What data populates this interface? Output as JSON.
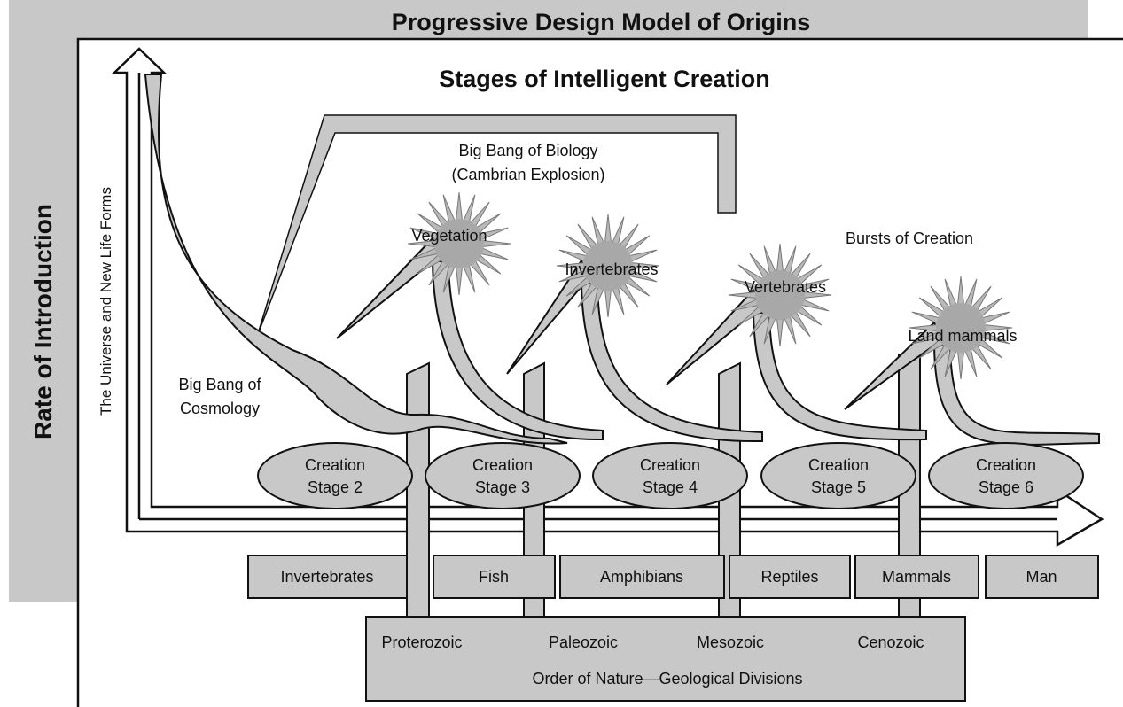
{
  "main_title": "Progressive Design Model of Origins",
  "subtitle": "Stages of Intelligent Creation",
  "left_axis_label": "Rate of Introduction",
  "vertical_axis_label": "The Universe and New Life Forms",
  "big_bang_biology": [
    "Big Bang of Biology",
    "(Cambrian Explosion)"
  ],
  "big_bang_cosmology": [
    "Big Bang of",
    "Cosmology"
  ],
  "bursts_label": "Bursts of Creation",
  "bursts": [
    {
      "label": "Vegetation"
    },
    {
      "label": "Invertebrates"
    },
    {
      "label": "Vertebrates"
    },
    {
      "label": "Land mammals"
    }
  ],
  "stages": [
    {
      "line1": "Creation",
      "line2": "Stage 2"
    },
    {
      "line1": "Creation",
      "line2": "Stage 3"
    },
    {
      "line1": "Creation",
      "line2": "Stage 4"
    },
    {
      "line1": "Creation",
      "line2": "Stage 5"
    },
    {
      "line1": "Creation",
      "line2": "Stage 6"
    }
  ],
  "groups": [
    "Invertebrates",
    "Fish",
    "Amphibians",
    "Reptiles",
    "Mammals",
    "Man"
  ],
  "eras": [
    "Proterozoic",
    "Paleozoic",
    "Mesozoic",
    "Cenozoic"
  ],
  "geology_caption": "Order of Nature—Geological Divisions",
  "colors": {
    "fill_gray": "#c8c8c8",
    "stroke": "#111111",
    "background": "#ffffff"
  }
}
